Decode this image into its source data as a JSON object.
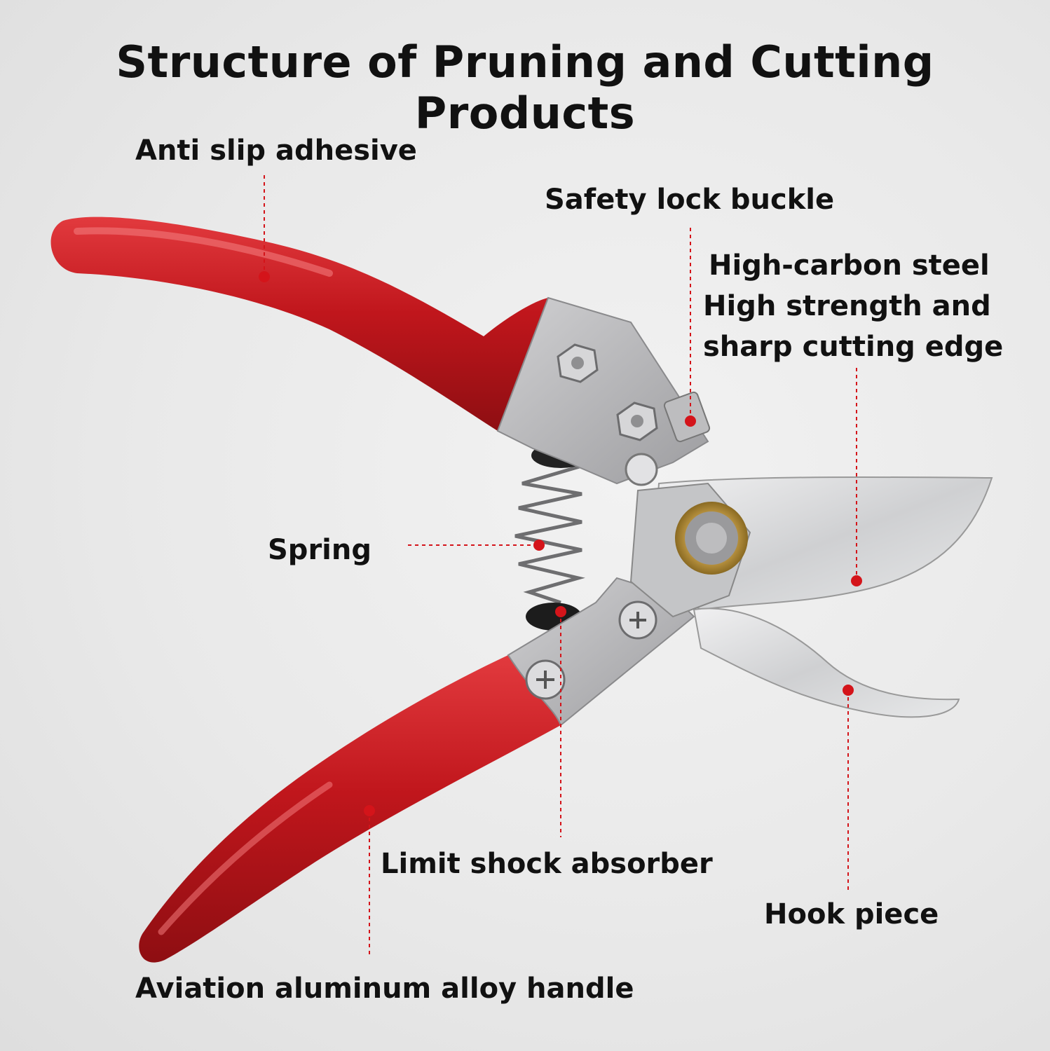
{
  "title": "Structure of Pruning and Cutting Products",
  "labels": {
    "anti_slip": "Anti slip adhesive",
    "safety_lock": "Safety lock buckle",
    "steel_line1": "High-carbon steel",
    "steel_line2": "High strength and",
    "steel_line3": "sharp cutting edge",
    "spring": "Spring",
    "limit_shock": "Limit shock absorber",
    "hook_piece": "Hook piece",
    "handle": "Aviation aluminum alloy handle"
  },
  "colors": {
    "handle_red": "#c0161c",
    "leader_red": "#d4141a",
    "metal": "#b9b9bb",
    "blade": "#d9dadc",
    "text": "#111111"
  },
  "icons": [
    "hex-bolt-icon",
    "phillips-screw-icon",
    "pivot-bolt-icon"
  ]
}
